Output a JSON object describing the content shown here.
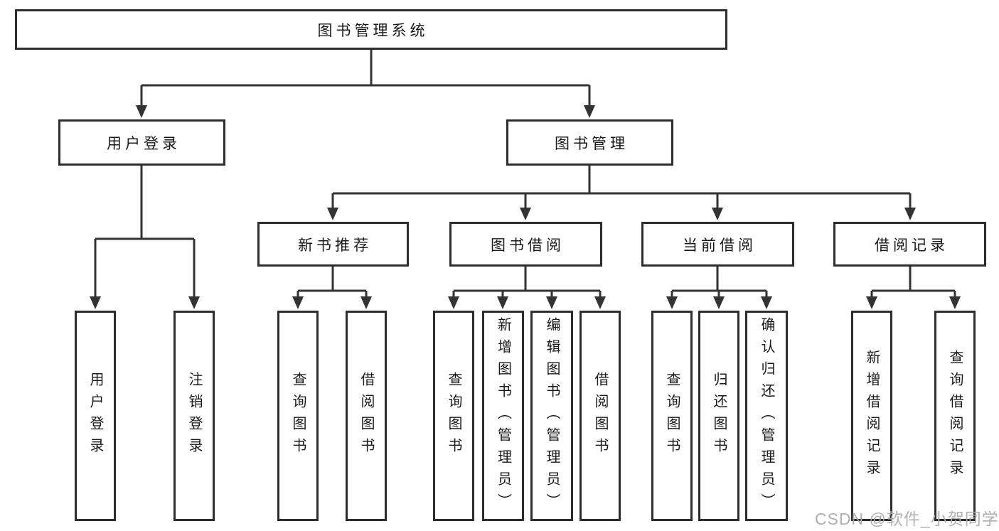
{
  "diagram_type": "hierarchy",
  "tree": {
    "label": "图书管理系统",
    "children": [
      {
        "label": "用户登录",
        "children": [
          {
            "label": "用户登录"
          },
          {
            "label": "注销登录"
          }
        ]
      },
      {
        "label": "图书管理",
        "children": [
          {
            "label": "新书推荐",
            "children": [
              {
                "label": "查询图书"
              },
              {
                "label": "借阅图书"
              }
            ]
          },
          {
            "label": "图书借阅",
            "children": [
              {
                "label": "查询图书"
              },
              {
                "label": "新增图书（管理员）"
              },
              {
                "label": "编辑图书（管理员）"
              },
              {
                "label": "借阅图书"
              }
            ]
          },
          {
            "label": "当前借阅",
            "children": [
              {
                "label": "查询图书"
              },
              {
                "label": "归还图书"
              },
              {
                "label": "确认归还（管理员）"
              }
            ]
          },
          {
            "label": "借阅记录",
            "children": [
              {
                "label": "新增借阅记录"
              },
              {
                "label": "查询借阅记录"
              }
            ]
          }
        ]
      }
    ]
  },
  "watermark": "CSDN @软件_小贺同学",
  "colors": {
    "line": "#333333",
    "box_border": "#2d2d2d",
    "box_background": "#ffffff",
    "text": "#1a1a1a",
    "watermark_text": "#aaaaaa",
    "page_background": "#ffffff"
  }
}
